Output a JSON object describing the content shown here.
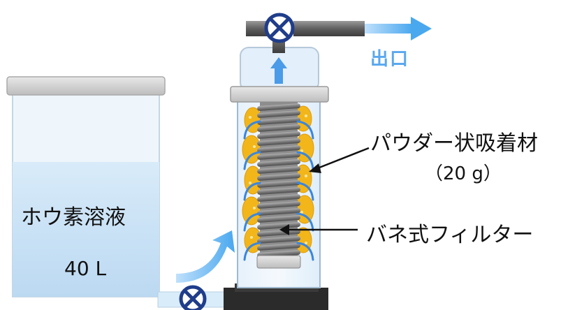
{
  "tank": {
    "label": "ホウ素溶液",
    "volume": "40 L"
  },
  "outlet": {
    "label": "出口"
  },
  "annotations": {
    "adsorbent": {
      "label": "パウダー状吸着材",
      "amount": "（20 g）"
    },
    "filter": {
      "label": "バネ式フィルター"
    }
  },
  "colors": {
    "liquid": "#c9e2f6",
    "tank_rim": "#cfcfcf",
    "adsorbent": "#f2b61a",
    "flow_arrow": "#4a9be8",
    "pipe": "#6f6f6f",
    "valve_ring": "#1f3d8a",
    "pump_base": "#2b2b2b"
  },
  "icons": [
    "valve-icon",
    "flow-arrow-icon",
    "annotation-arrow-icon"
  ]
}
